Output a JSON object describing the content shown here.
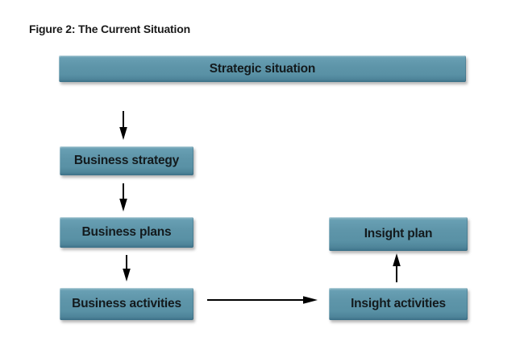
{
  "figure_title": "Figure 2: The Current Situation",
  "diagram_type": "flowchart",
  "nodes": {
    "strategic_situation": {
      "label": "Strategic situation"
    },
    "business_strategy": {
      "label": "Business strategy"
    },
    "business_plans": {
      "label": "Business plans"
    },
    "business_activities": {
      "label": "Business activities"
    },
    "insight_plan": {
      "label": "Insight plan"
    },
    "insight_activities": {
      "label": "Insight activities"
    }
  },
  "edges": [
    {
      "from": "strategic_situation",
      "to": "business_strategy",
      "direction": "down"
    },
    {
      "from": "business_strategy",
      "to": "business_plans",
      "direction": "down"
    },
    {
      "from": "business_plans",
      "to": "business_activities",
      "direction": "down"
    },
    {
      "from": "business_activities",
      "to": "insight_activities",
      "direction": "right"
    },
    {
      "from": "insight_activities",
      "to": "insight_plan",
      "direction": "up"
    }
  ],
  "colors": {
    "background": "#ffffff",
    "box_fill": "#5e95a9",
    "box_highlight": "#93bbc8",
    "box_edge_dark": "#3c7087",
    "box_text": "#131a1d",
    "title_text": "#1a1a1a",
    "arrow": "#000000"
  }
}
